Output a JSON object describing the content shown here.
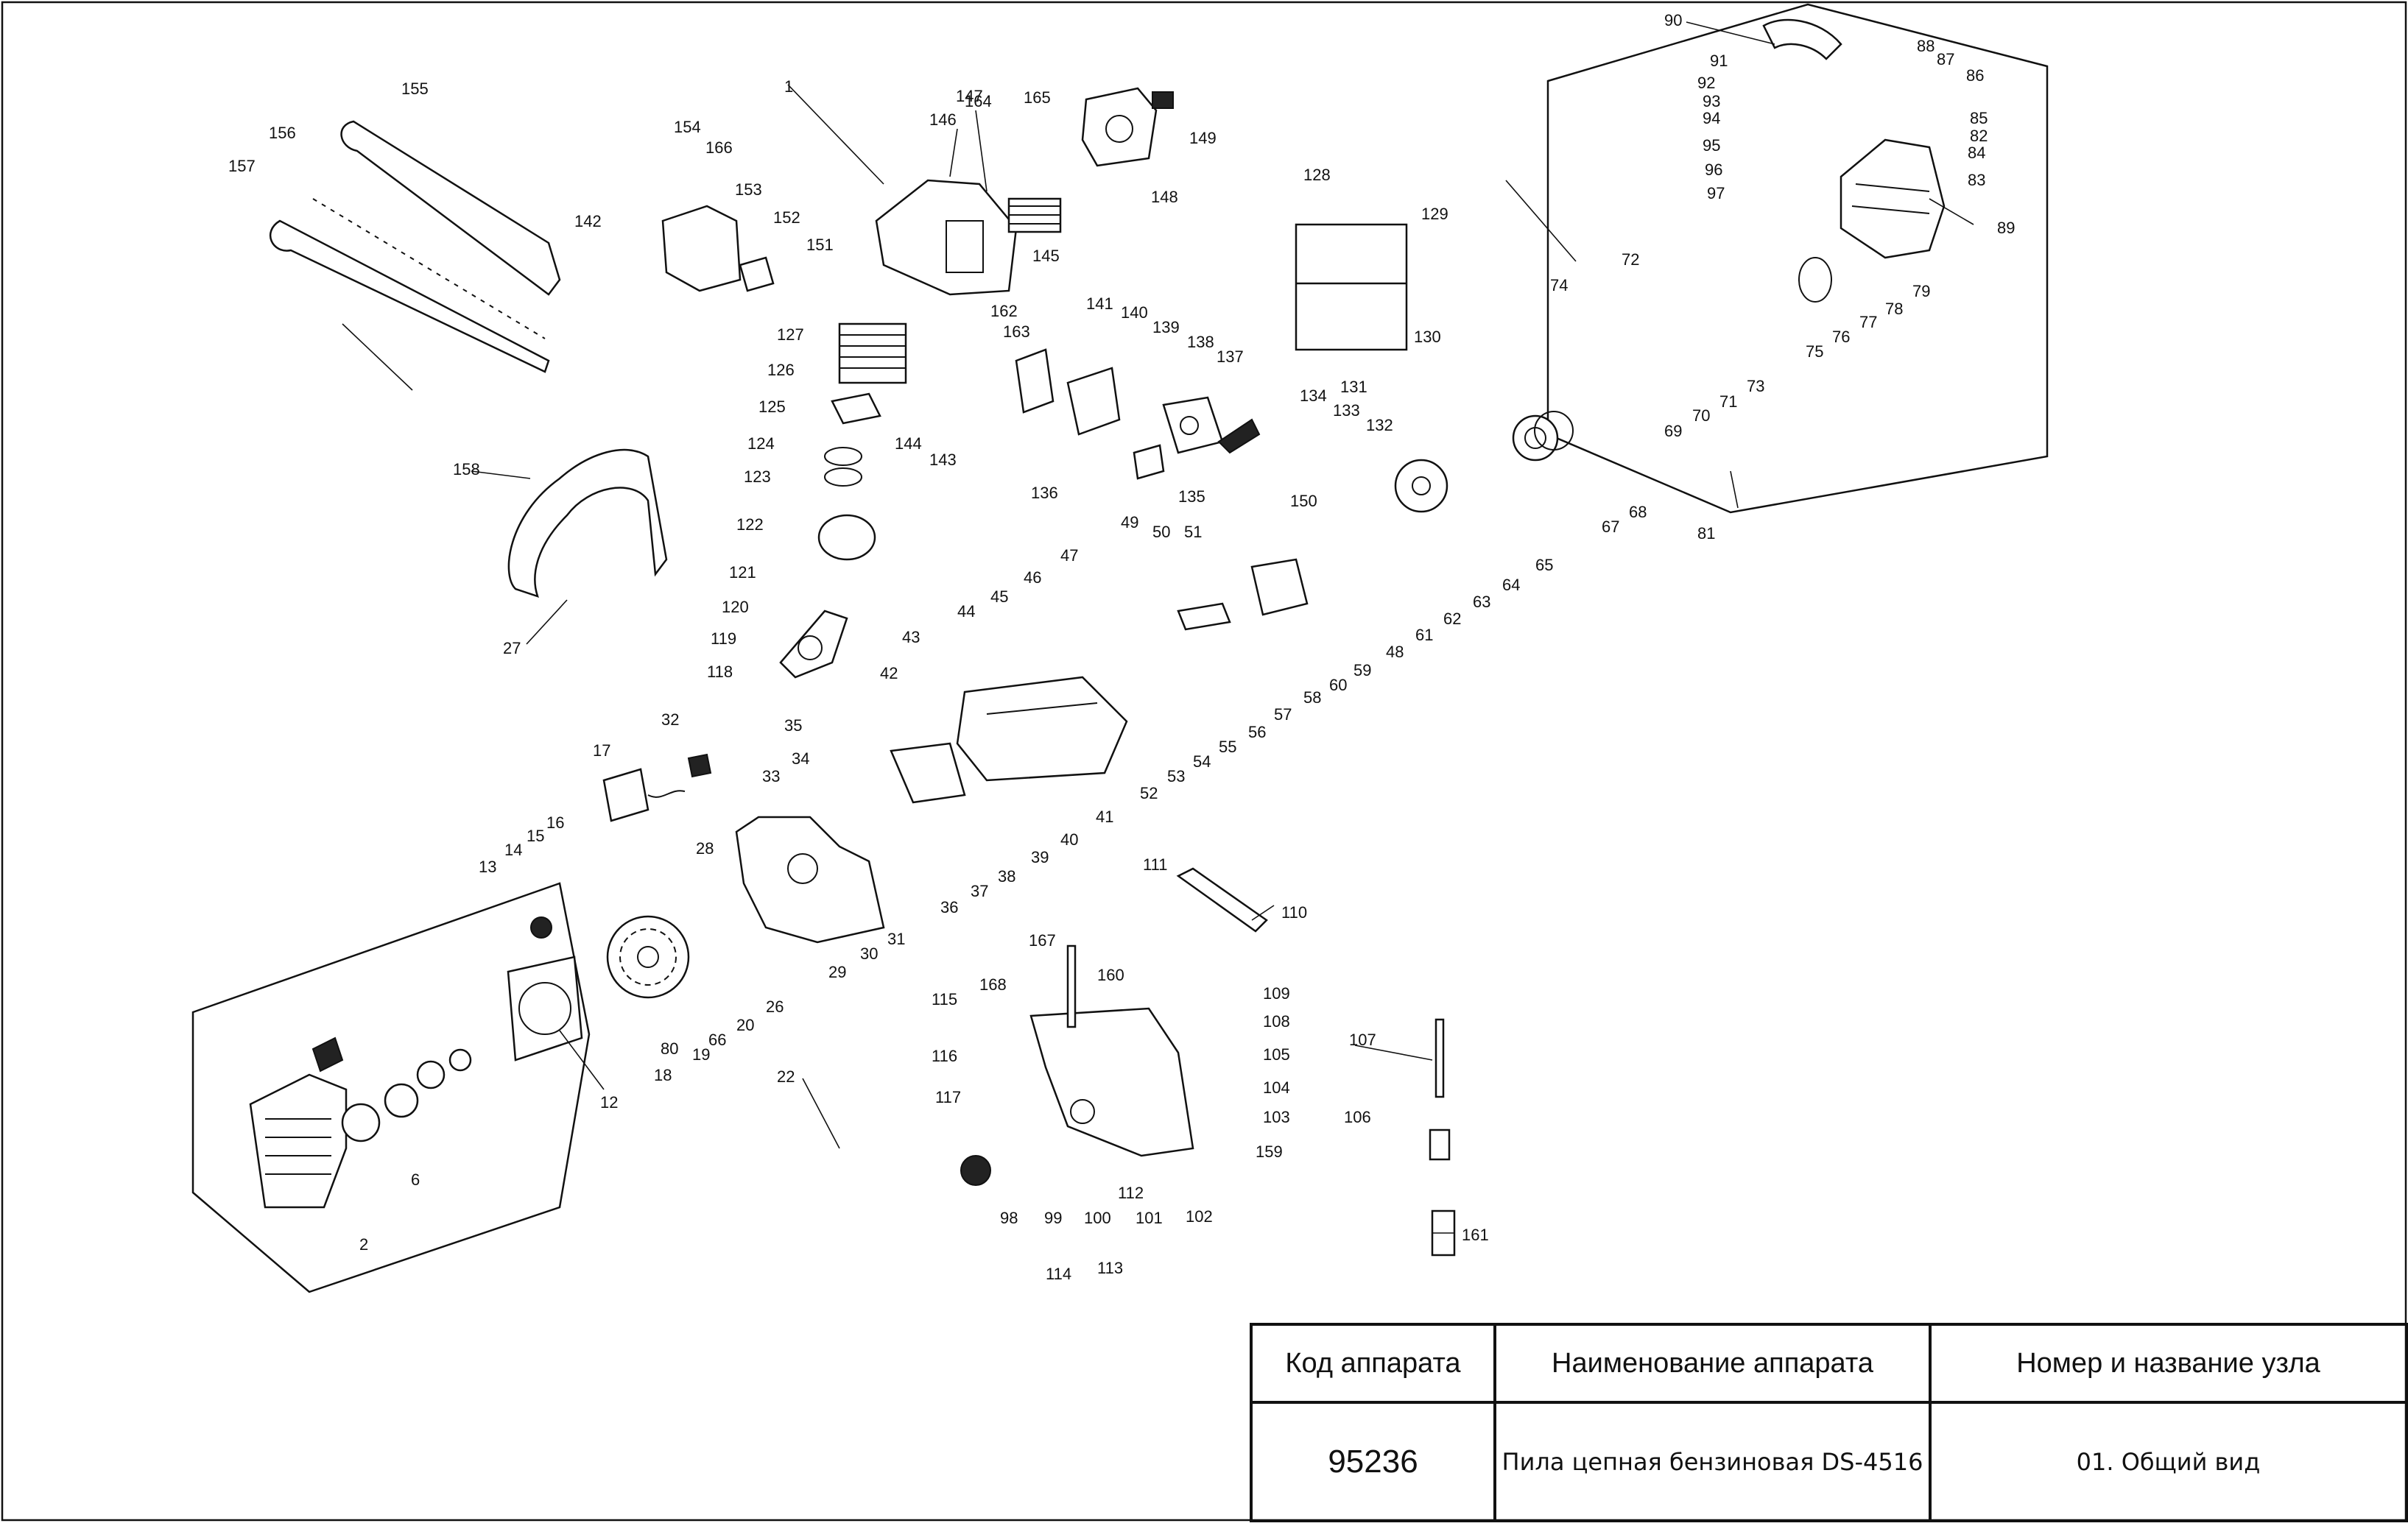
{
  "title_block": {
    "headers": {
      "code": "Код аппарата",
      "name": "Наименование аппарата",
      "node": "Номер и название узла"
    },
    "values": {
      "code": "95236",
      "name": "Пила цепная бензиновая DS-4516",
      "node": "01. Общий вид"
    }
  },
  "callouts": [
    "1",
    "2",
    "6",
    "12",
    "13",
    "14",
    "15",
    "16",
    "17",
    "18",
    "19",
    "20",
    "22",
    "26",
    "27",
    "28",
    "29",
    "30",
    "31",
    "32",
    "33",
    "34",
    "35",
    "36",
    "37",
    "38",
    "39",
    "40",
    "41",
    "42",
    "43",
    "44",
    "45",
    "46",
    "47",
    "48",
    "49",
    "50",
    "51",
    "52",
    "53",
    "54",
    "55",
    "56",
    "57",
    "58",
    "59",
    "60",
    "61",
    "62",
    "63",
    "64",
    "65",
    "66",
    "67",
    "68",
    "69",
    "70",
    "71",
    "72",
    "73",
    "74",
    "75",
    "76",
    "77",
    "78",
    "79",
    "80",
    "81",
    "82",
    "83",
    "84",
    "85",
    "86",
    "87",
    "88",
    "89",
    "90",
    "91",
    "92",
    "93",
    "94",
    "95",
    "96",
    "97",
    "98",
    "99",
    "100",
    "101",
    "102",
    "103",
    "104",
    "105",
    "106",
    "107",
    "108",
    "109",
    "110",
    "111",
    "112",
    "113",
    "114",
    "115",
    "116",
    "117",
    "118",
    "119",
    "120",
    "121",
    "122",
    "123",
    "124",
    "125",
    "126",
    "127",
    "128",
    "129",
    "130",
    "131",
    "132",
    "133",
    "134",
    "135",
    "136",
    "137",
    "138",
    "139",
    "140",
    "141",
    "142",
    "143",
    "144",
    "145",
    "146",
    "147",
    "148",
    "149",
    "150",
    "151",
    "152",
    "153",
    "154",
    "155",
    "156",
    "157",
    "158",
    "159",
    "160",
    "161",
    "162",
    "163",
    "164",
    "165",
    "166",
    "167",
    "168"
  ]
}
